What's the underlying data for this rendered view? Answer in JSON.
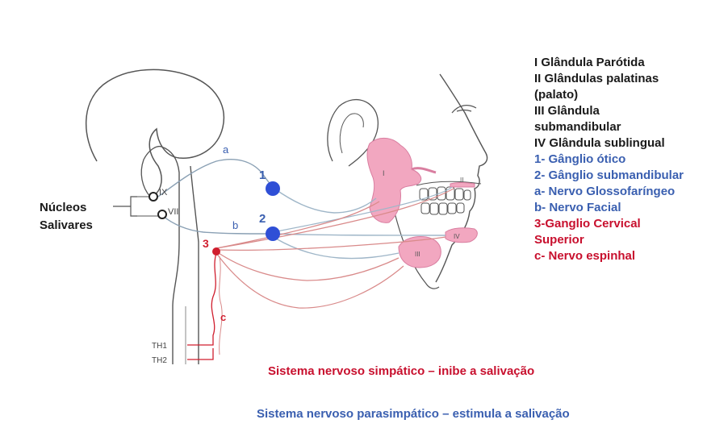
{
  "colors": {
    "outline": "#555555",
    "gland": "#f2a7c0",
    "gland_edge": "#d97ea0",
    "parasympathetic": "#3a5fb0",
    "parasympathetic_nerve": "#9fb6c8",
    "ganglion_blue": "#2f4fd6",
    "sympathetic": "#d01e2e",
    "sympathetic_nerve": "#d98a8a",
    "legend_black": "#1a1a1a",
    "legend_blue": "#3a5fb0",
    "legend_red": "#c8102e"
  },
  "left_label": {
    "line1": "Núcleos",
    "line2": "Salivares"
  },
  "nuclei": [
    "IX",
    "VII"
  ],
  "spinal_levels": [
    "TH1",
    "TH2"
  ],
  "gland_numerals": [
    "I",
    "II",
    "III",
    "IV"
  ],
  "ganglia_labels": [
    "1",
    "2",
    "3"
  ],
  "nerve_labels": [
    "a",
    "b",
    "c"
  ],
  "legend": {
    "items_black": [
      "I Glândula Parótida",
      "II Glândulas palatinas",
      "(palato)",
      "III Glândula",
      "submandibular",
      "IV Glândula sublingual"
    ],
    "items_blue": [
      "1- Gânglio ótico",
      "2- Gânglio submandibular",
      "a- Nervo Glossofaríngeo",
      "b- Nervo Facial"
    ],
    "items_red": [
      "3-Ganglio Cervical",
      "Superior",
      "c- Nervo espinhal"
    ]
  },
  "captions": {
    "sympathetic": "Sistema nervoso simpático – inibe a salivação",
    "parasympathetic": "Sistema nervoso parasimpático – estimula a salivação"
  }
}
